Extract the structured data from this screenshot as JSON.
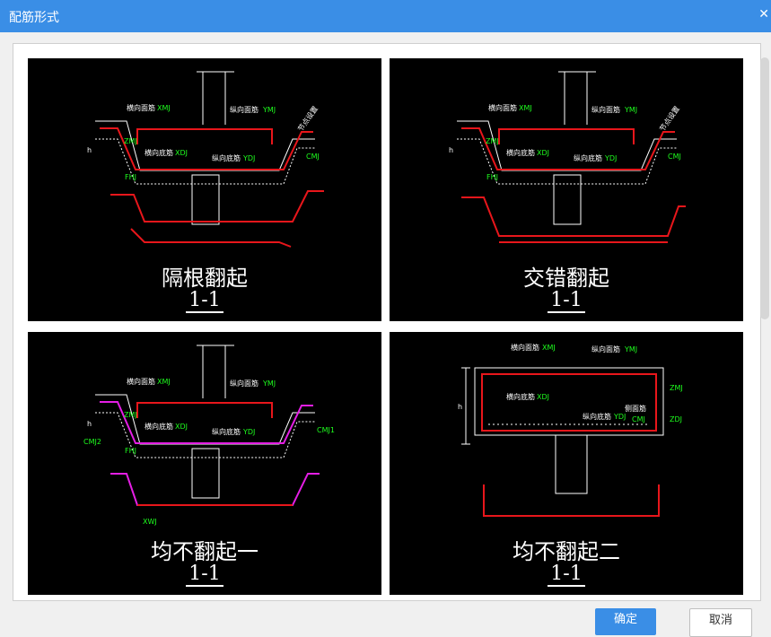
{
  "window": {
    "title": "配筋形式"
  },
  "panels": [
    {
      "caption": "隔根翻起",
      "section": "1-1",
      "labels": {
        "top_transverse": "横向面筋",
        "top_transverse_code": "XMJ",
        "top_longitudinal": "纵向面筋",
        "top_longitudinal_code": "YMJ",
        "bot_transverse": "横向底筋",
        "bot_transverse_code": "XDJ",
        "bot_longitudinal": "纵向底筋",
        "bot_longitudinal_code": "YDJ",
        "node": "节点设置",
        "cmj": "CMJ",
        "fh": "FHJ",
        "zmj": "ZMJ",
        "h": "h"
      }
    },
    {
      "caption": "交错翻起",
      "section": "1-1",
      "labels": {
        "top_transverse": "横向面筋",
        "top_transverse_code": "XMJ",
        "top_longitudinal": "纵向面筋",
        "top_longitudinal_code": "YMJ",
        "bot_transverse": "横向底筋",
        "bot_transverse_code": "XDJ",
        "bot_longitudinal": "纵向底筋",
        "bot_longitudinal_code": "YDJ",
        "node": "节点设置",
        "cmj": "CMJ",
        "fh": "FHJ",
        "zmj": "ZMJ",
        "h": "h"
      }
    },
    {
      "caption": "均不翻起一",
      "section": "1-1",
      "labels": {
        "top_transverse": "横向面筋",
        "top_transverse_code": "XMJ",
        "top_longitudinal": "纵向面筋",
        "top_longitudinal_code": "YMJ",
        "bot_transverse": "横向底筋",
        "bot_transverse_code": "XDJ",
        "bot_longitudinal": "纵向底筋",
        "bot_longitudinal_code": "YDJ",
        "cmj1": "CMJ1",
        "cmj2": "CMJ2",
        "xwj": "XWJ",
        "fh": "FHJ",
        "zmj": "ZMJ",
        "h": "h"
      }
    },
    {
      "caption": "均不翻起二",
      "section": "1-1",
      "labels": {
        "top_transverse": "横向面筋",
        "top_transverse_code": "XMJ",
        "top_longitudinal": "纵向面筋",
        "top_longitudinal_code": "YMJ",
        "bot_transverse": "横向底筋",
        "bot_transverse_code": "XDJ",
        "bot_longitudinal": "纵向底筋",
        "bot_longitudinal_code": "YDJ",
        "side": "侧面筋",
        "cmj": "CMJ",
        "zmj": "ZMJ",
        "zdj": "ZDJ",
        "h": "h"
      }
    }
  ],
  "buttons": {
    "ok": "确定",
    "cancel": "取消"
  },
  "colors": {
    "titlebar": "#3a8ee6",
    "rebar_red": "#e8161b",
    "rebar_magenta": "#e51ee5",
    "label_green": "#1eff1e",
    "panel_bg": "#000000"
  }
}
